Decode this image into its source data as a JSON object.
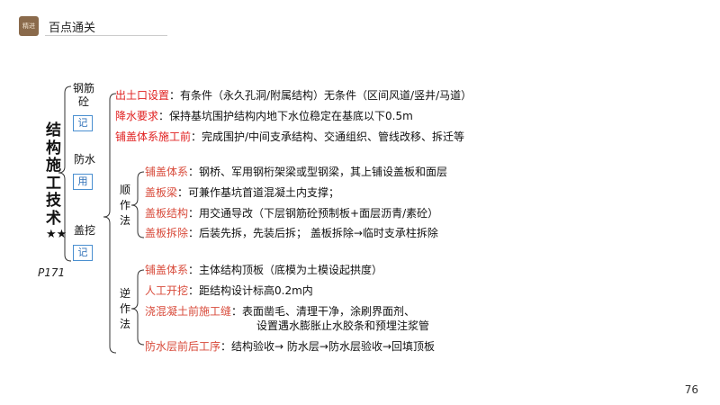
{
  "header": {
    "logo_text": "精进",
    "title": "百点通关"
  },
  "main_title": "结构施工技术",
  "stars": "★★",
  "page_ref": "P171",
  "categories": [
    {
      "name": "钢筋砼",
      "tag": "记"
    },
    {
      "name": "防水",
      "tag": "用"
    },
    {
      "name": "盖挖",
      "tag": "记"
    }
  ],
  "top_items": [
    {
      "key": "出土口设置",
      "text": "：有条件（永久孔洞/附属结构）无条件（区间风道/竖井/马道）"
    },
    {
      "key": "降水要求",
      "text": "：保持基坑围护结构内地下水位稳定在基底以下0.5m"
    },
    {
      "key": "铺盖体系施工前",
      "text": "：完成围护/中间支承结构、交通组织、管线改移、拆迁等"
    }
  ],
  "shun": {
    "label": "顺作法",
    "items": [
      {
        "key": "铺盖体系",
        "text": "：钢桥、军用钢桁架梁或型钢梁，其上铺设盖板和面层"
      },
      {
        "key": "盖板梁",
        "text": "：可兼作基坑首道混凝土内支撑；"
      },
      {
        "key": "盖板结构",
        "text": "：用交通导改（下层钢筋砼预制板+面层沥青/素砼）"
      },
      {
        "key": "盖板拆除",
        "text": "：后装先拆，先装后拆；  盖板拆除→临时支承柱拆除"
      }
    ]
  },
  "ni": {
    "label": "逆作法",
    "items": [
      {
        "key": "铺盖体系",
        "text": "：主体结构顶板（底模为土模设起拱度）"
      },
      {
        "key": "人工开挖",
        "text": "：距结构设计标高0.2m内"
      },
      {
        "key": "浇混凝土前施工缝",
        "text": "：表面凿毛、清理干净，涂刷界面剂、",
        "text2": "设置遇水膨胀止水胶条和预埋注浆管"
      },
      {
        "key": "防水层前后工序",
        "text": "：结构验收→ 防水层→防水层验收→回填顶板"
      }
    ]
  },
  "page_number": "76",
  "colors": {
    "key_red": "#e02020",
    "tag_blue": "#2e6fb7",
    "logo_brown": "#8a6a4b"
  }
}
